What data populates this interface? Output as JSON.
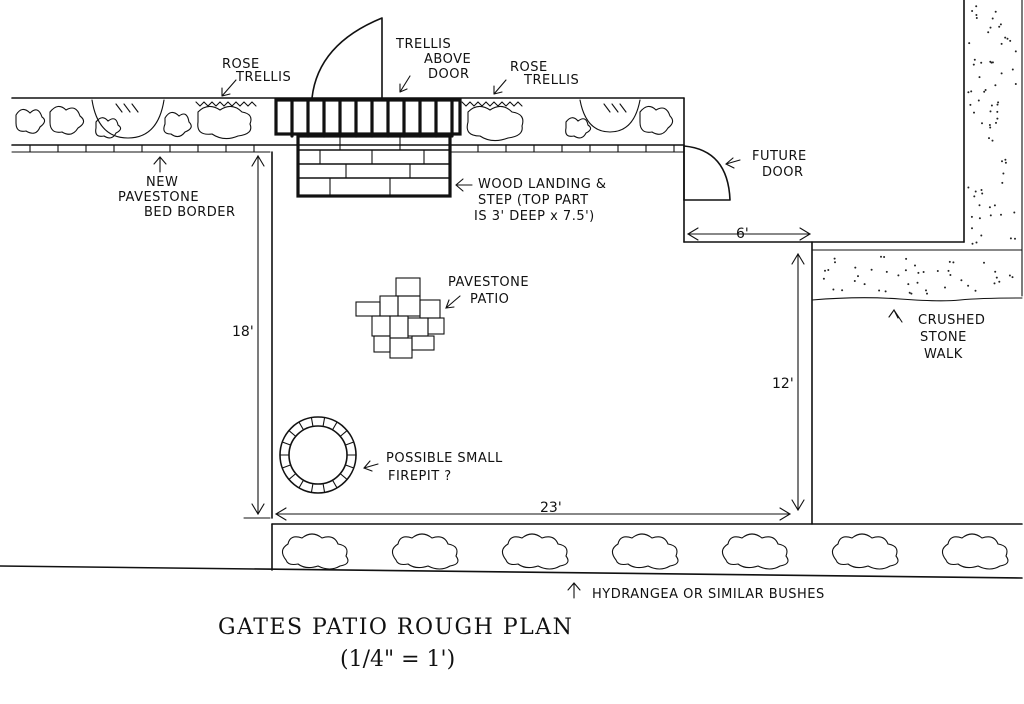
{
  "title": "GATES PATIO ROUGH PLAN",
  "scale": "(1/4\" = 1')",
  "labels": {
    "rose_trellis_left": [
      "ROSE",
      "TRELLIS"
    ],
    "trellis_above_door": [
      "TRELLIS",
      "ABOVE",
      "DOOR"
    ],
    "rose_trellis_right": [
      "ROSE",
      "TRELLIS"
    ],
    "future_door": [
      "FUTURE",
      "DOOR"
    ],
    "new_pavestone_bed_border": [
      "NEW",
      "PAVESTONE",
      "BED BORDER"
    ],
    "wood_landing_step": [
      "WOOD LANDING &",
      "STEP (TOP PART",
      "IS 3' DEEP x 7.5')"
    ],
    "pavestone_patio": [
      "PAVESTONE",
      "PATIO"
    ],
    "crushed_stone_walk": [
      "CRUSHED",
      "STONE",
      "WALK"
    ],
    "possible_firepit": [
      "POSSIBLE SMALL",
      "FIREPIT ?"
    ],
    "hydrangea_bushes": "HYDRANGEA OR SIMILAR BUSHES"
  },
  "dimensions": {
    "patio_depth": "18'",
    "patio_width": "23'",
    "right_side": "12'",
    "door_offset": "6'"
  },
  "colors": {
    "ink": "#111111",
    "paper": "#ffffff"
  }
}
